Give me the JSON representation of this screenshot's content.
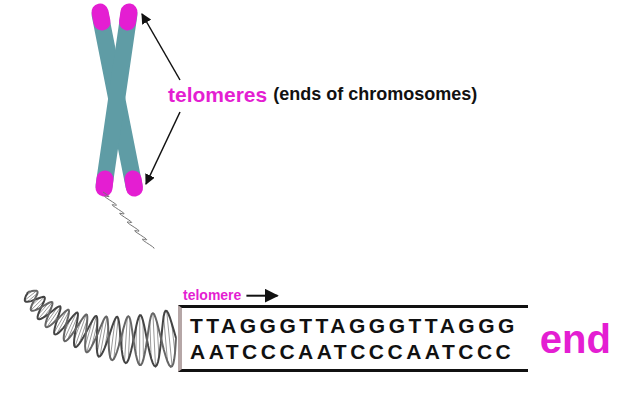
{
  "diagram": {
    "nodes": [
      {
        "text": [
          "TTAGGGTTAGGGTTAGGG",
          "AATCCCAATCCCAATCCC"
        ]
      }
    ],
    "labels": [
      "telomeres",
      "(ends of chromosomes)",
      "telomere",
      "end"
    ]
  }
}
